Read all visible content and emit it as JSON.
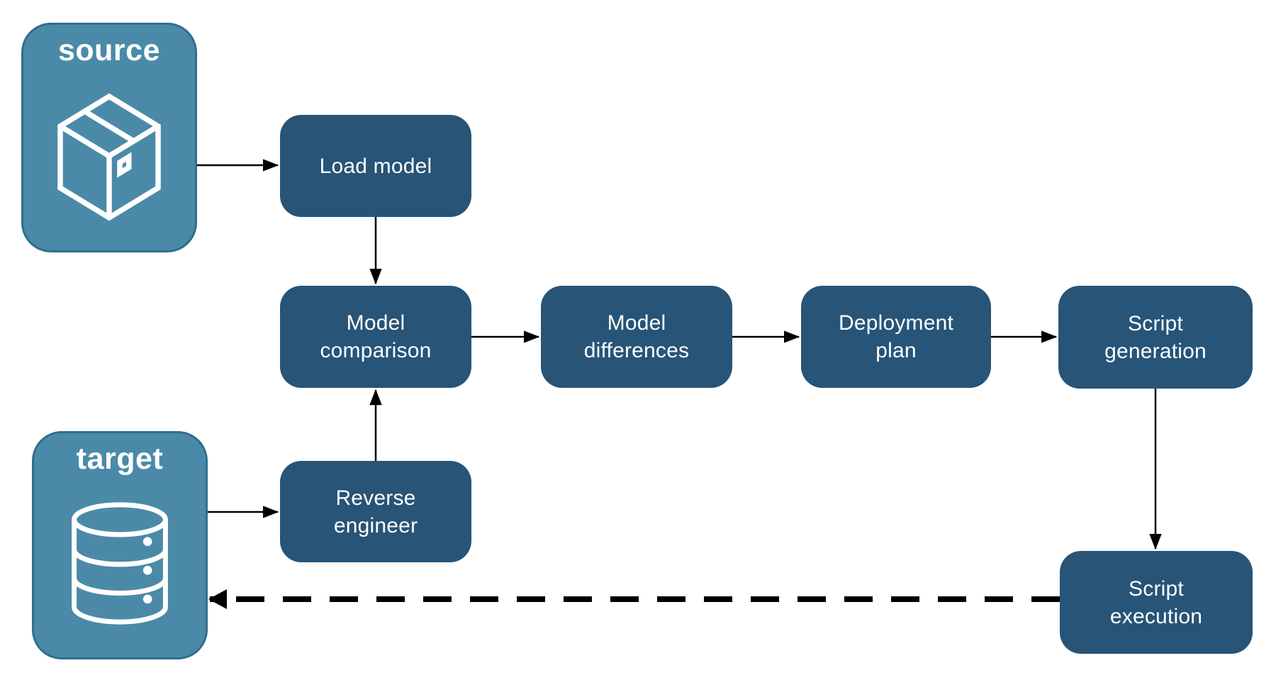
{
  "diagram": {
    "entities": {
      "source": {
        "label": "source",
        "icon": "package-icon"
      },
      "target": {
        "label": "target",
        "icon": "database-icon"
      }
    },
    "nodes": {
      "load_model": {
        "label": "Load model"
      },
      "model_comparison": {
        "label": "Model\ncomparison"
      },
      "model_differences": {
        "label": "Model\ndifferences"
      },
      "deployment_plan": {
        "label": "Deployment\nplan"
      },
      "script_generation": {
        "label": "Script\ngeneration"
      },
      "script_execution": {
        "label": "Script\nexecution"
      },
      "reverse_engineer": {
        "label": "Reverse\nengineer"
      }
    },
    "edges": [
      {
        "from": "source",
        "to": "load_model",
        "style": "solid"
      },
      {
        "from": "load_model",
        "to": "model_comparison",
        "style": "solid"
      },
      {
        "from": "model_comparison",
        "to": "model_differences",
        "style": "solid"
      },
      {
        "from": "model_differences",
        "to": "deployment_plan",
        "style": "solid"
      },
      {
        "from": "deployment_plan",
        "to": "script_generation",
        "style": "solid"
      },
      {
        "from": "script_generation",
        "to": "script_execution",
        "style": "solid"
      },
      {
        "from": "target",
        "to": "reverse_engineer",
        "style": "solid"
      },
      {
        "from": "reverse_engineer",
        "to": "model_comparison",
        "style": "solid"
      },
      {
        "from": "script_execution",
        "to": "target",
        "style": "dashed"
      }
    ]
  },
  "colors": {
    "node_fill": "#275477",
    "entity_fill": "#4a8aa8",
    "entity_border": "#2f6e8e",
    "arrow_color": "#000000",
    "text_color": "#ffffff"
  }
}
